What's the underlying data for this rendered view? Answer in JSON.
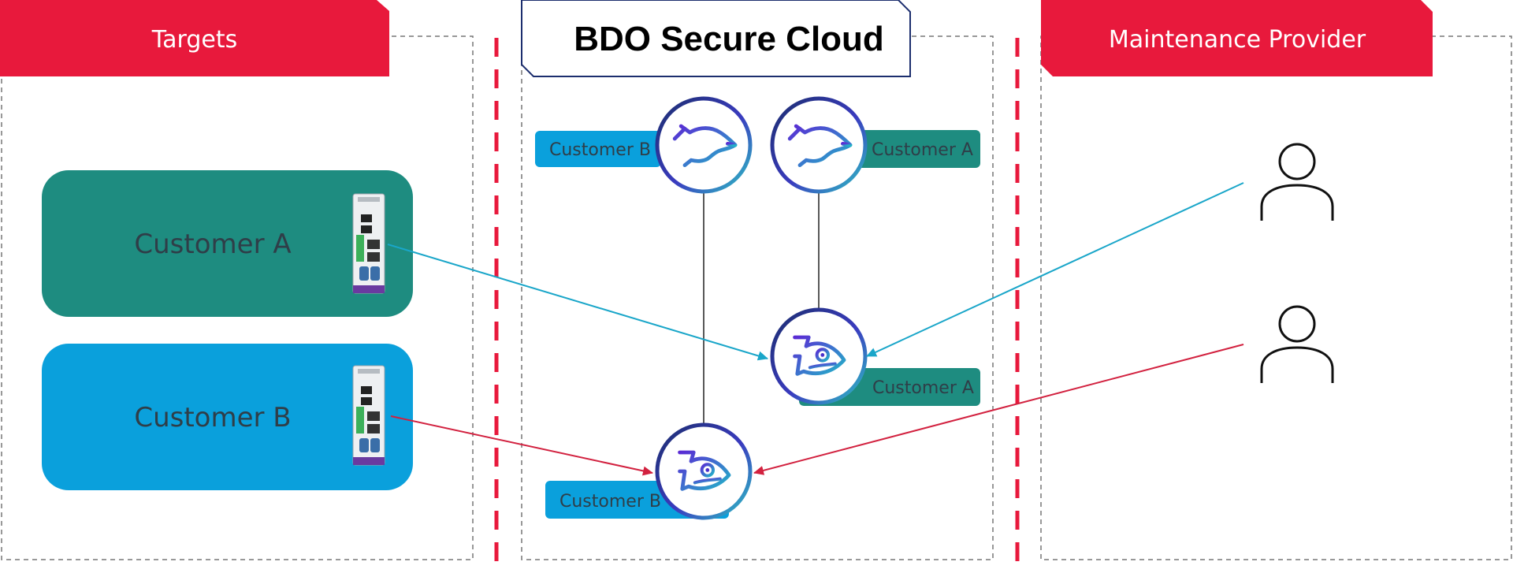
{
  "sections": {
    "targets": {
      "title": "Targets"
    },
    "cloud": {
      "title": "BDO Secure Cloud"
    },
    "provider": {
      "title": "Maintenance Provider"
    }
  },
  "customers": {
    "a": {
      "label": "Customer A"
    },
    "b": {
      "label": "Customer B"
    }
  },
  "cloud_tags": {
    "ssh_b": "Customer B",
    "ssh_a": "Customer A",
    "gw_a": "Customer A",
    "gw_b": "Customer B"
  },
  "colors": {
    "red": "#e8193c",
    "teal": "#1e8c80",
    "blue": "#0aa0dc",
    "purple": "#4b2fc9",
    "navy": "#1c2e6e",
    "cyan_line": "#1aa6c9",
    "red_line": "#d2213f"
  },
  "icons": {
    "device": "network-gateway-device-icon",
    "ssh_node": "bear-head-icon",
    "gateway_node": "fish-head-icon",
    "user": "person-icon"
  }
}
